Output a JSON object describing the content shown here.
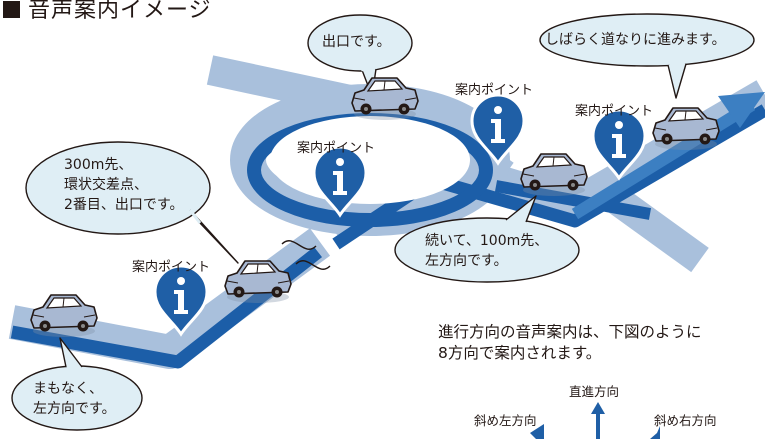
{
  "title": "音声案内イメージ",
  "guide_point_label": "案内ポイント",
  "bubbles": {
    "deguchi": "出口です。",
    "shibaraku": "しばらく道なりに進みます。",
    "m300": [
      "300m先、",
      "環状交差点、",
      "2番目、出口です。"
    ],
    "tsuzuite": [
      "続いて、100m先、",
      "左方向です。"
    ],
    "mamonaku": [
      "まもなく、",
      "左方向です。"
    ]
  },
  "description": [
    "進行方向の音声案内は、下図のように",
    "8方向で案内されます。"
  ],
  "directions": {
    "straight": "直進方向",
    "diag_left": "斜め左方向",
    "diag_right": "斜め右方向"
  },
  "colors": {
    "road_light": "#a9c0dc",
    "road_dark": "#1c5ea8",
    "road_mid": "#3c7fc2",
    "bubble_fill": "#dfeef5",
    "pin_fill": "#1f5fa6",
    "car_body": "#a8b8d2"
  }
}
